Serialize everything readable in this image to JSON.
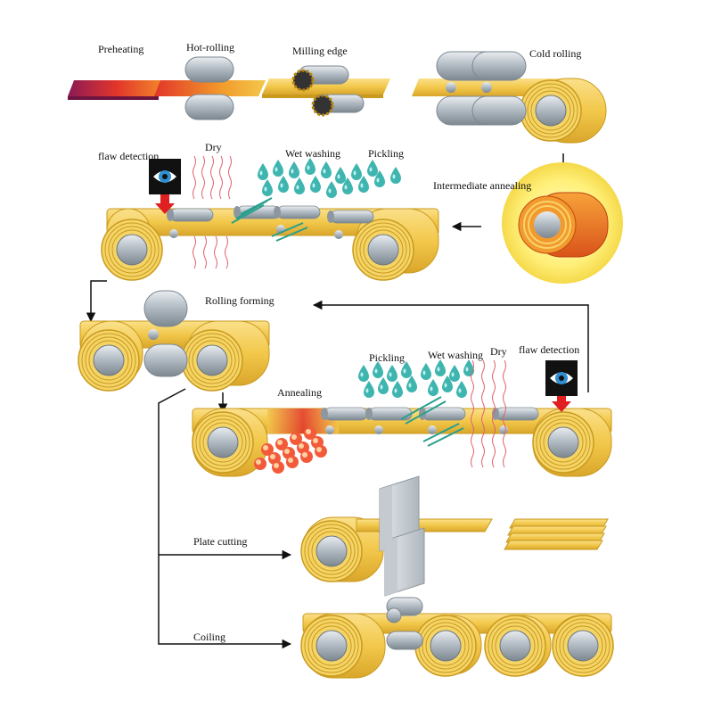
{
  "labels": {
    "preheating": "Preheating",
    "hot_rolling": "Hot-rolling",
    "milling_edge": "Milling edge",
    "cold_rolling": "Cold rolling",
    "flaw_detection_1": "flaw detection",
    "dry_1": "Dry",
    "wet_washing_1": "Wet washing",
    "pickling_1": "Pickling",
    "intermediate_annealing": "Intermediate annealing",
    "rolling_forming": "Rolling forming",
    "pickling_2": "Pickling",
    "wet_washing_2": "Wet washing",
    "dry_2": "Dry",
    "flaw_detection_2": "flaw detection",
    "annealing": "Annealing",
    "plate_cutting": "Plate cutting",
    "coiling": "Coiling"
  },
  "colors": {
    "strip": "#f2c84b",
    "strip_edge": "#c99a1e",
    "roller": "#aab4bd",
    "hot": "#e2352a",
    "water": "#3fb5b0",
    "arrow": "#111111"
  }
}
